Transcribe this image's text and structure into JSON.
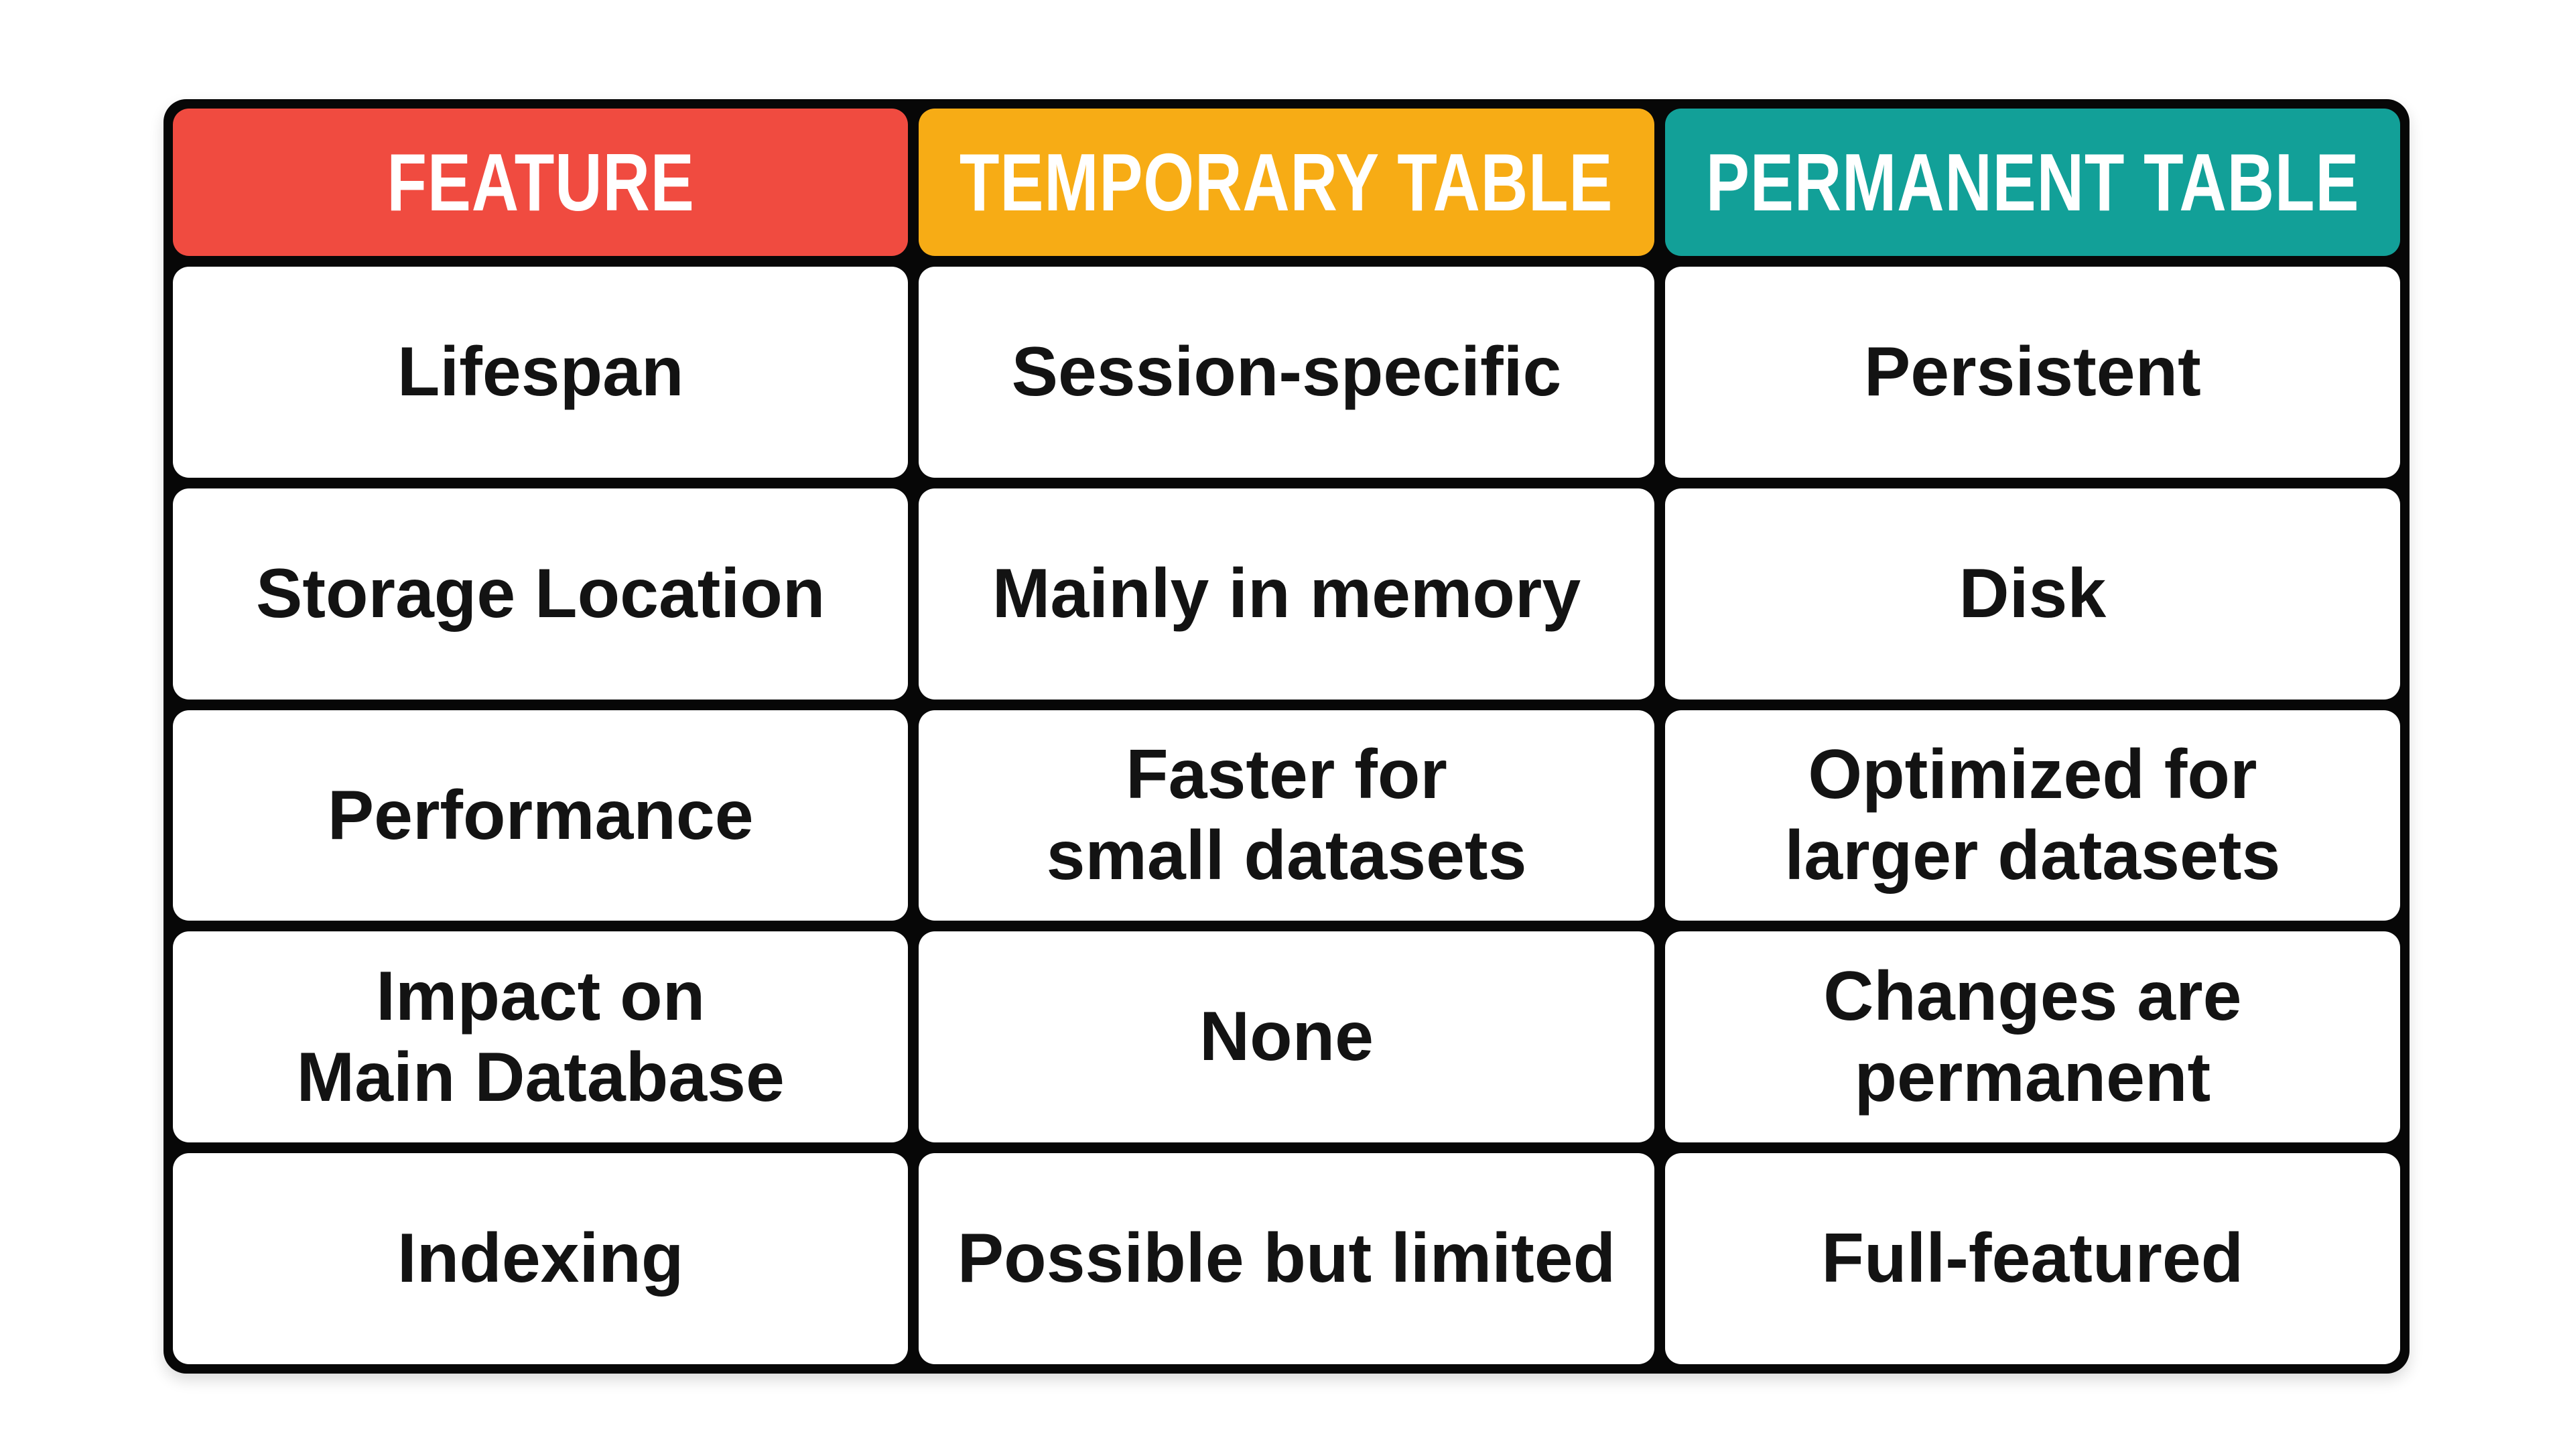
{
  "table": {
    "frame_color": "#070707",
    "cell_background": "#ffffff",
    "body_text_color": "#131313",
    "header_text_color": "#ffffff",
    "columns": [
      {
        "label": "FEATURE",
        "color": "#F04B40"
      },
      {
        "label": "TEMPORARY TABLE",
        "color": "#F7AC15"
      },
      {
        "label": "PERMANENT TABLE",
        "color": "#12A098"
      }
    ],
    "rows": [
      {
        "feature": "Lifespan",
        "temporary": "Session-specific",
        "permanent": "Persistent"
      },
      {
        "feature": "Storage Location",
        "temporary": "Mainly in memory",
        "permanent": "Disk"
      },
      {
        "feature": "Performance",
        "temporary": "Faster for\nsmall datasets",
        "permanent": "Optimized for\nlarger datasets"
      },
      {
        "feature": "Impact on\nMain Database",
        "temporary": "None",
        "permanent": "Changes are\npermanent"
      },
      {
        "feature": "Indexing",
        "temporary": "Possible but limited",
        "permanent": "Full-featured"
      }
    ]
  },
  "chart_data": {
    "type": "table",
    "title": "Temporary Table vs Permanent Table comparison",
    "columns": [
      "FEATURE",
      "TEMPORARY TABLE",
      "PERMANENT TABLE"
    ],
    "rows": [
      [
        "Lifespan",
        "Session-specific",
        "Persistent"
      ],
      [
        "Storage Location",
        "Mainly in memory",
        "Disk"
      ],
      [
        "Performance",
        "Faster for small datasets",
        "Optimized for larger datasets"
      ],
      [
        "Impact on Main Database",
        "None",
        "Changes are permanent"
      ],
      [
        "Indexing",
        "Possible but limited",
        "Full-featured"
      ]
    ],
    "header_colors": [
      "#F04B40",
      "#F7AC15",
      "#12A098"
    ],
    "grid": "off",
    "legend_position": "none"
  }
}
